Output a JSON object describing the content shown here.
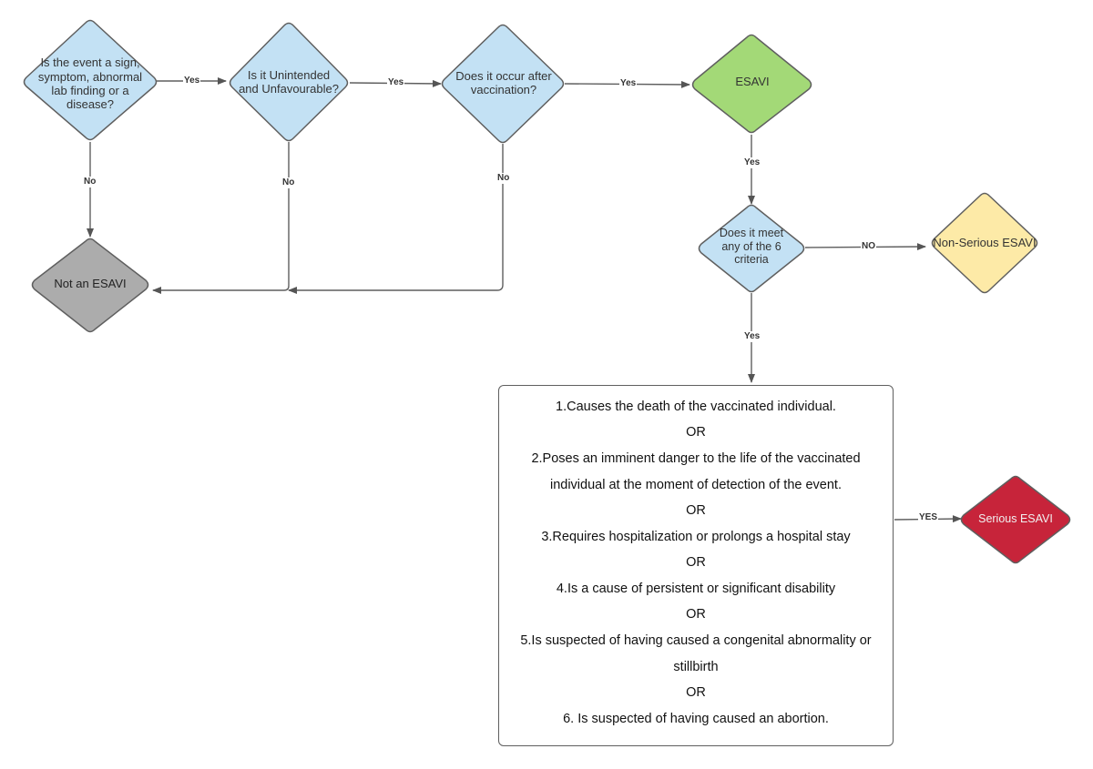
{
  "nodes": {
    "q1": "Is the event a sign, symptom, abnormal lab finding or a disease?",
    "q2": "Is it Unintended and Unfavourable?",
    "q3": "Does it occur after vaccination?",
    "esavi": "ESAVI",
    "q4": "Does it meet any of the 6 criteria",
    "non_serious": "Non-Serious ESAVI",
    "not_esavi": "Not an ESAVI",
    "serious": "Serious ESAVI"
  },
  "edges": {
    "q1_to_q2": "Yes",
    "q2_to_q3": "Yes",
    "q3_to_esavi": "Yes",
    "q1_no": "No",
    "q2_no": "No",
    "q3_no": "No",
    "esavi_to_q4": "Yes",
    "q4_no": "NO",
    "q4_yes": "Yes",
    "criteria_yes": "YES"
  },
  "criteria": {
    "c1": "1.Causes the death of the vaccinated individual.",
    "or1": "OR",
    "c2_line1": "2.Poses an imminent danger to the life of the vaccinated",
    "c2_line2": "individual at the moment of detection of the event.",
    "or2": "OR",
    "c3": "3.Requires hospitalization or prolongs a hospital stay",
    "or3": "OR",
    "c4": "4.Is a cause of persistent or significant disability",
    "or4": "OR",
    "c5_line1": "5.Is suspected of having caused a congenital abnormality or",
    "c5_line2": "stillbirth",
    "or5": "OR",
    "c6": "6. Is suspected of having caused an abortion."
  },
  "colors": {
    "question_fill": "#c3e1f4",
    "esavi_fill": "#a3d977",
    "non_serious_fill": "#fdeaa7",
    "not_esavi_fill": "#acacac",
    "serious_fill": "#c7243a",
    "stroke": "#5f5f5f"
  }
}
